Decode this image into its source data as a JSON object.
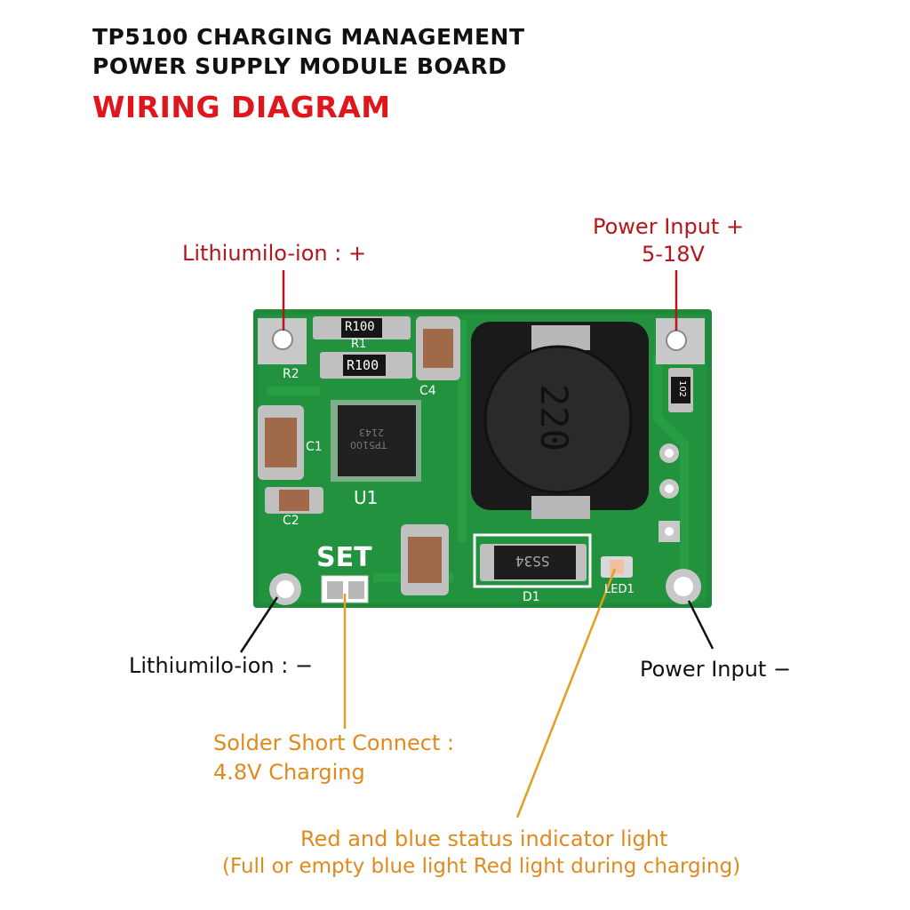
{
  "title": {
    "line1": "TP5100 CHARGING MANAGEMENT",
    "line2": "POWER SUPPLY MODULE BOARD",
    "line3": "WIRING DIAGRAM"
  },
  "labels": {
    "battery_plus": "Lithiumilo-ion : +",
    "power_input_plus_line1": "Power Input +",
    "power_input_plus_line2": "5-18V",
    "battery_minus": "Lithiumilo-ion : −",
    "power_input_minus": "Power Input −",
    "solder_line1": "Solder Short Connect :",
    "solder_line2": "4.8V Charging",
    "indicator_line1": "Red and blue status indicator light",
    "indicator_line2": "(Full or empty blue light Red light during charging)"
  },
  "board": {
    "silkscreen": {
      "r1": "R1",
      "r2": "R2",
      "c1": "C1",
      "c2": "C2",
      "c4": "C4",
      "u1": "U1",
      "set": "SET",
      "d1": "D1",
      "led1": "LED1"
    },
    "part_marks": {
      "resistor_top": "R100",
      "resistor_bottom": "R100",
      "inductor": "220",
      "chip": "TP5100",
      "chip_code": "2143",
      "diode": "SS34",
      "small_resistor": "102"
    }
  },
  "colors": {
    "pcb_green": "#1f8a3a",
    "label_red": "#b5161b",
    "title_red": "#e0161d",
    "label_orange": "#e08a1e",
    "pointer_orange": "#e0a020"
  }
}
